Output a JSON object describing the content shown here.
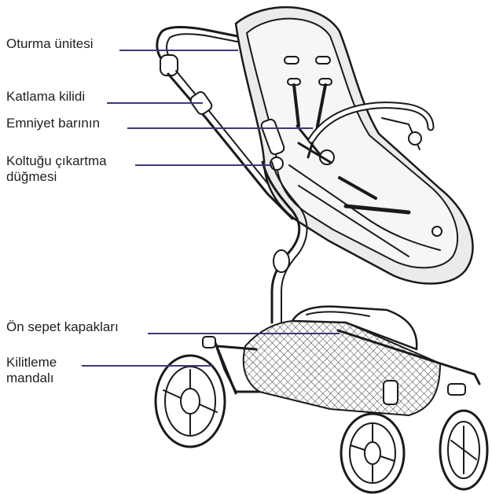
{
  "labels": {
    "seat_unit": "Oturma ünitesi",
    "folding_lock": "Katlama kilidi",
    "safety_bar": "Emniyet barının",
    "seat_release_line1": "Koltuğu çıkartma",
    "seat_release_line2": "düğmesi",
    "front_basket_covers": "Ön sepet kapakları",
    "locking_latch_line1": "Kilitleme",
    "locking_latch_line2": "mandalı"
  },
  "colors": {
    "leader": "#3d3a7a",
    "outline": "#1a1a1a",
    "seat_fill": "#ebebeb",
    "basket_fill": "#d4d4d4"
  }
}
